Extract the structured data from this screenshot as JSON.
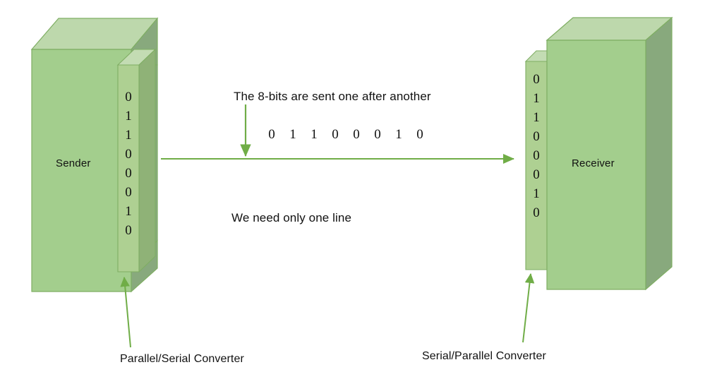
{
  "diagram": {
    "title": "Serial data transmission between Sender and Receiver",
    "colors": {
      "box_front": "#A3CE8D",
      "box_top": "#BDD8AC",
      "box_side": "#88A97D",
      "box_stroke": "#7FAE63",
      "strip_front": "#AED092",
      "strip_top": "#C3DCB3",
      "strip_side": "#8FB277",
      "arrow": "#70AD47",
      "line": "#70AD47",
      "text": "#111111",
      "background": "#FFFFFF"
    }
  },
  "sender": {
    "label": "Sender",
    "bits": [
      "0",
      "1",
      "1",
      "0",
      "0",
      "0",
      "1",
      "0"
    ],
    "converter_label": "Parallel/Serial Converter"
  },
  "receiver": {
    "label": "Receiver",
    "bits": [
      "0",
      "1",
      "1",
      "0",
      "0",
      "0",
      "1",
      "0"
    ],
    "converter_label": "Serial/Parallel Converter"
  },
  "channel": {
    "note_top": "The 8-bits are sent one after another",
    "note_bottom": "We need only one line",
    "serial_bits": [
      "0",
      "1",
      "1",
      "0",
      "0",
      "0",
      "1",
      "0"
    ]
  }
}
